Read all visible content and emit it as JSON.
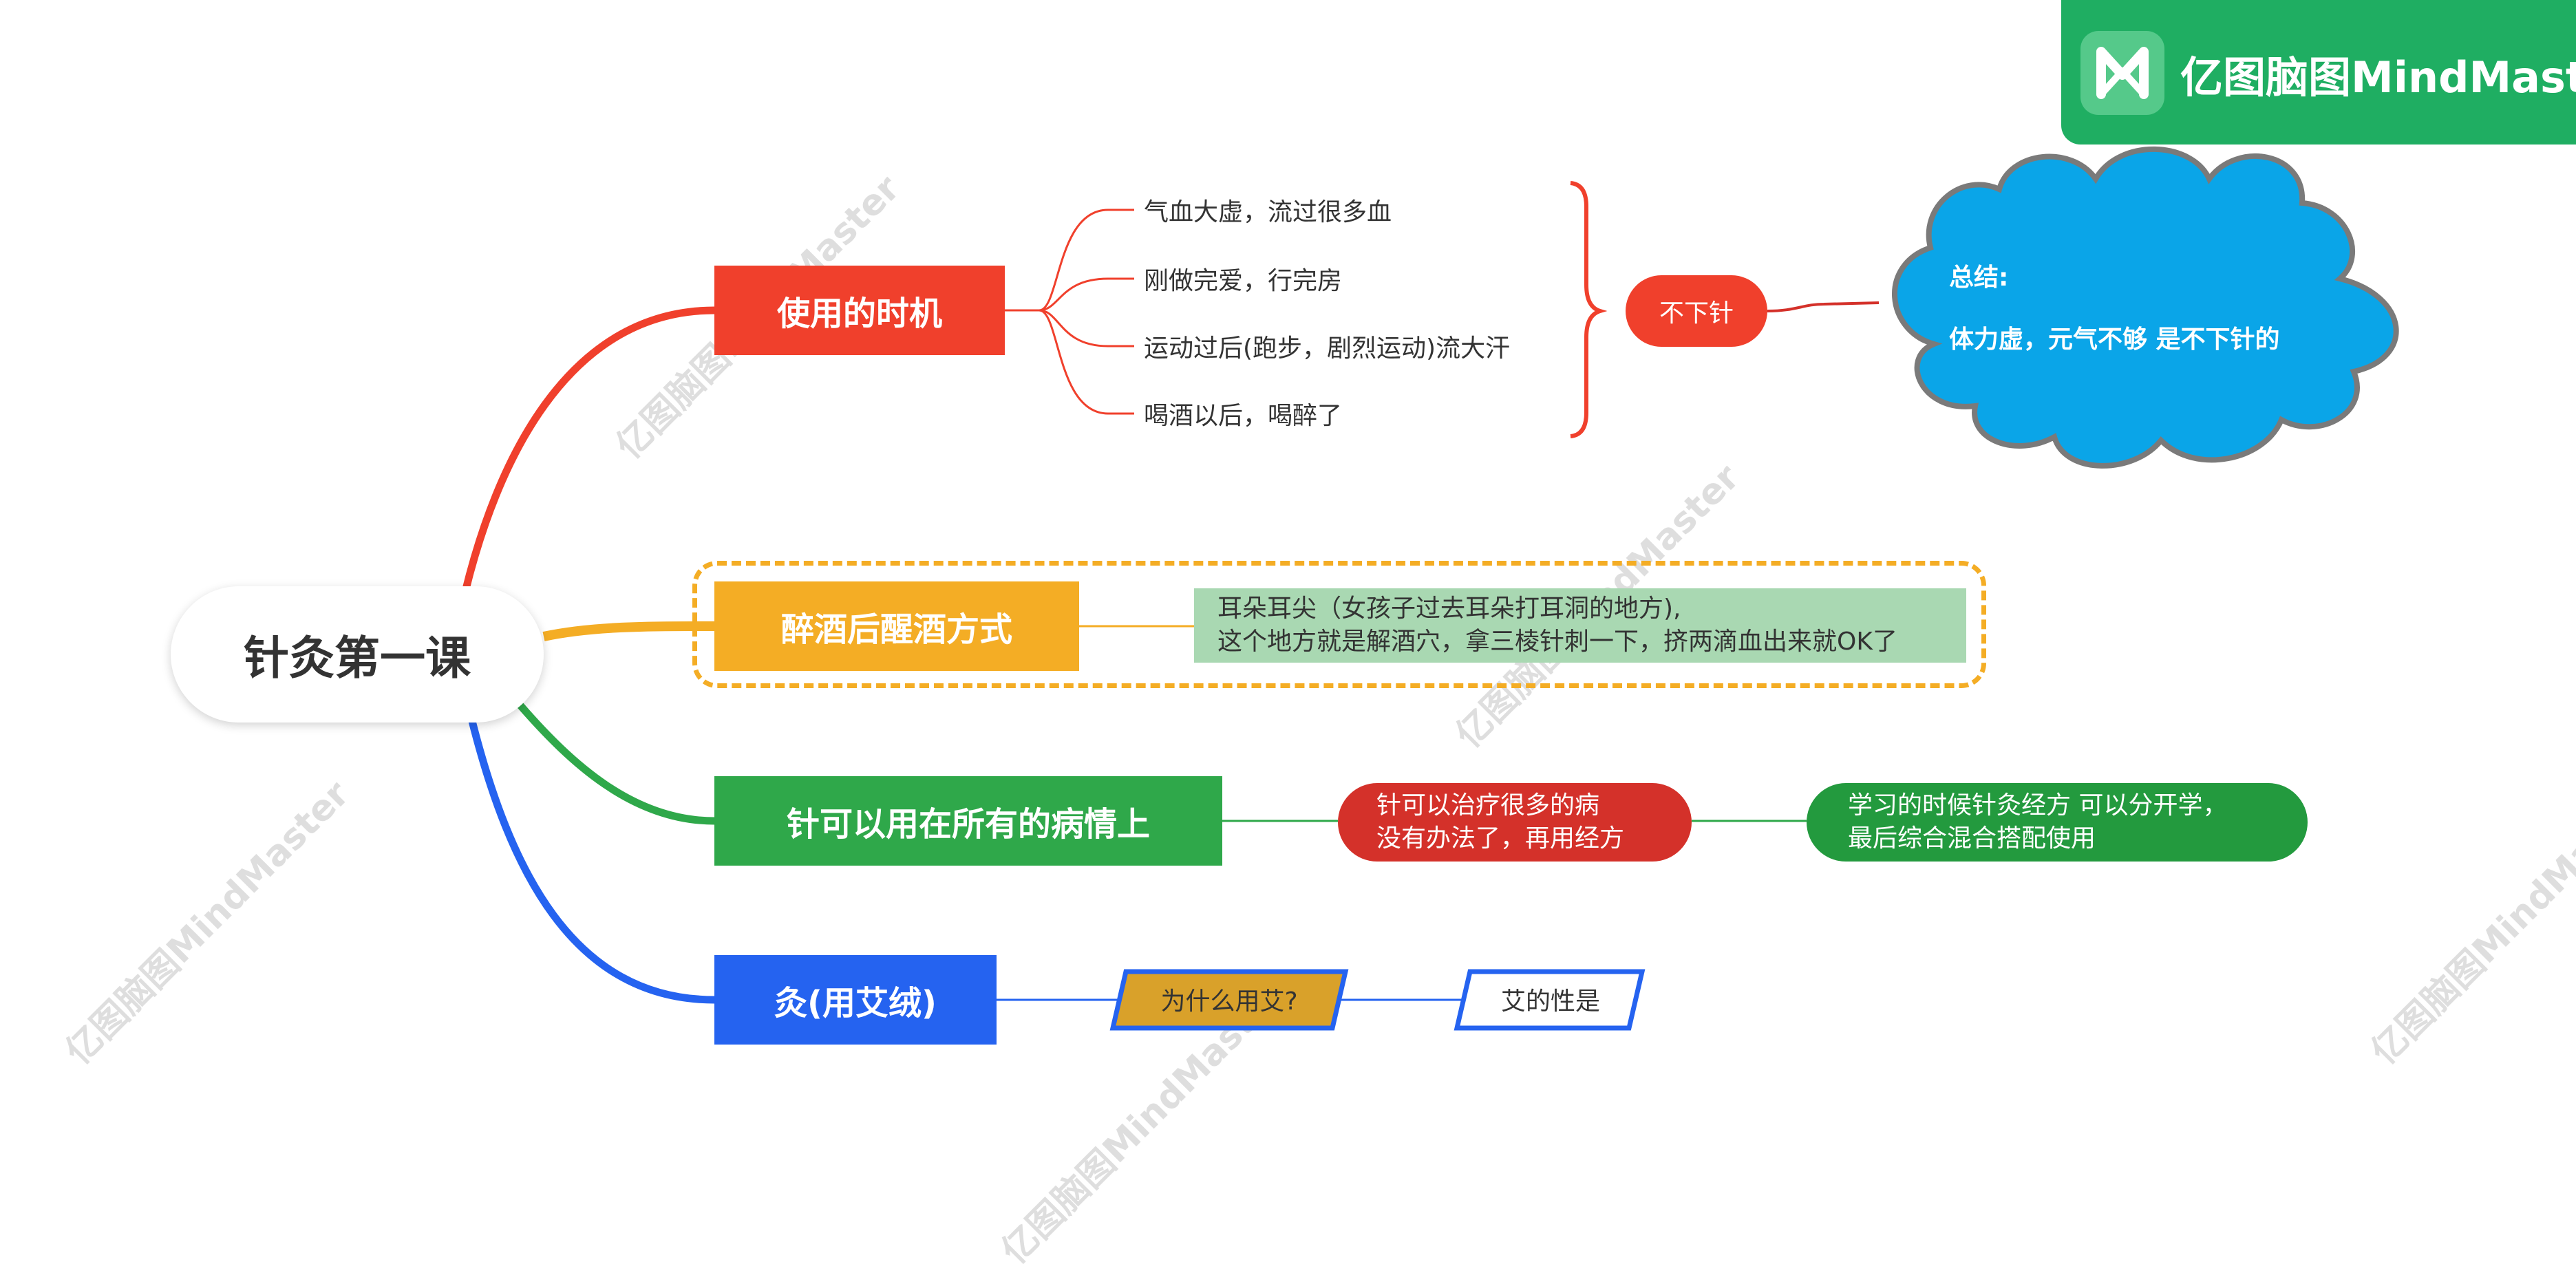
{
  "branding": {
    "logo_text": "亿图脑图MindMaster",
    "watermark": "亿图脑图MindMaster",
    "icon": "mindmaster-logo-icon"
  },
  "mindmap": {
    "root": "针灸第一课",
    "branches": [
      {
        "topic": "使用的时机",
        "color": "#f0402c",
        "children": [
          "气血大虚，流过很多血",
          "刚做完爱，行完房",
          "运动过后(跑步，剧烈运动)流大汗",
          "喝酒以后，喝醉了"
        ],
        "summary": "不下针",
        "callout": {
          "title": "总结:",
          "text": "体力虚，元气不够 是不下针的"
        }
      },
      {
        "topic": "醉酒后醒酒方式",
        "color": "#f4ad25",
        "note_lines": [
          "耳朵耳尖（女孩子过去耳朵打耳洞的地方),",
          "这个地方就是解酒穴，拿三棱针刺一下，挤两滴血出来就OK了"
        ]
      },
      {
        "topic": "针可以用在所有的病情上",
        "color": "#2fa84a",
        "child_lines": [
          "针可以治疗很多的病",
          "没有办法了，再用经方"
        ],
        "grandchild_lines": [
          "学习的时候针灸经方 可以分开学，",
          "最后综合混合搭配使用"
        ]
      },
      {
        "topic": "灸(用艾绒)",
        "color": "#2563f0",
        "child": "为什么用艾?",
        "grandchild": "艾的性是"
      }
    ]
  },
  "colors": {
    "cloud": "#0aa5e8",
    "cloud_border": "#7a7a7a",
    "note_bg": "#a9d8b2",
    "child_red": "#d4312a",
    "child_green": "#239a3e",
    "parallelogram_fill": "#d9a12a",
    "parallelogram_border": "#2563f0",
    "logo_green": "#1fae62"
  }
}
